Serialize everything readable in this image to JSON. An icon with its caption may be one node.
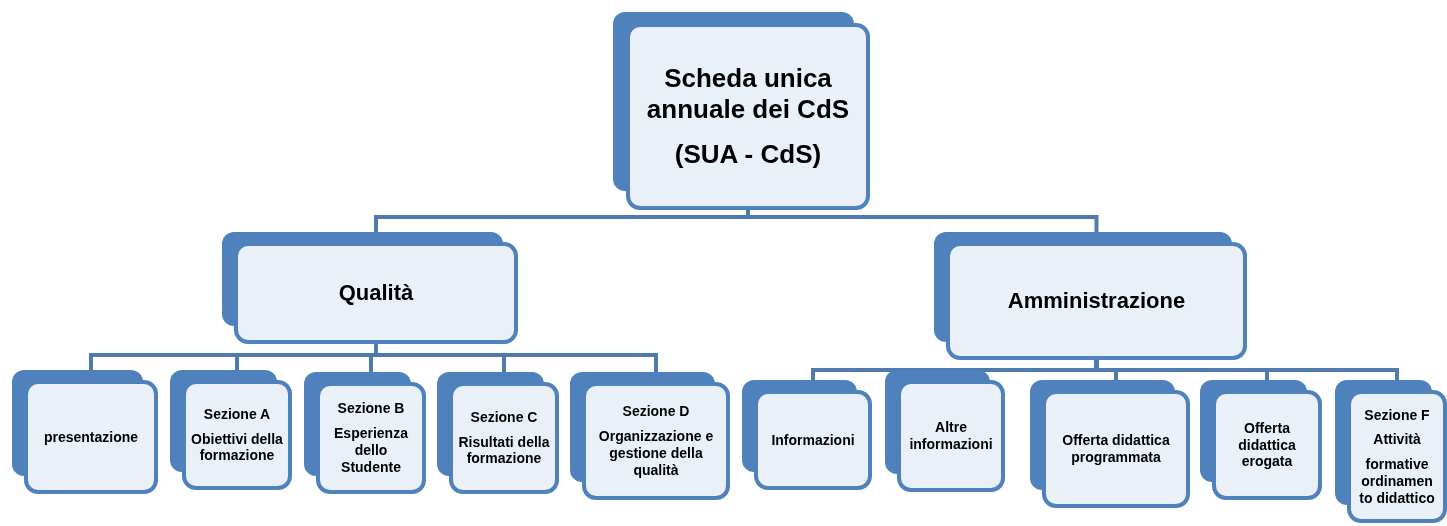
{
  "diagram": {
    "nodes": [
      {
        "text": [
          "Scheda unica annuale dei CdS",
          "(SUA - CdS)"
        ]
      },
      {
        "text": [
          "Qualità"
        ]
      },
      {
        "text": [
          "Amministrazione"
        ]
      },
      {
        "text": [
          "presentazione"
        ]
      },
      {
        "text": [
          "Sezione A",
          "Obiettivi della formazione"
        ]
      },
      {
        "text": [
          "Sezione B",
          "Esperienza dello Studente"
        ]
      },
      {
        "text": [
          "Sezione C",
          "Risultati della formazione"
        ]
      },
      {
        "text": [
          "Sezione D",
          "Organizzazione e gestione della qualità"
        ]
      },
      {
        "text": [
          "Informazioni"
        ]
      },
      {
        "text": [
          "Altre informazioni"
        ]
      },
      {
        "text": [
          "Offerta didattica programmata"
        ]
      },
      {
        "text": [
          "Offerta didattica erogata"
        ]
      },
      {
        "text": [
          "Sezione F",
          "Attività",
          "formative ordinamen to didattico"
        ]
      }
    ],
    "edges": [
      {
        "from": 0,
        "to": 1,
        "arrow": "none"
      },
      {
        "from": 0,
        "to": 2,
        "arrow": "none"
      },
      {
        "from": 1,
        "to": 3,
        "arrow": "none"
      },
      {
        "from": 1,
        "to": 4,
        "arrow": "none"
      },
      {
        "from": 1,
        "to": 5,
        "arrow": "none"
      },
      {
        "from": 1,
        "to": 6,
        "arrow": "none"
      },
      {
        "from": 1,
        "to": 7,
        "arrow": "none"
      },
      {
        "from": 2,
        "to": 8,
        "arrow": "none"
      },
      {
        "from": 2,
        "to": 9,
        "arrow": "none"
      },
      {
        "from": 2,
        "to": 10,
        "arrow": "none"
      },
      {
        "from": 2,
        "to": 11,
        "arrow": "none"
      },
      {
        "from": 2,
        "to": 12,
        "arrow": "none"
      }
    ]
  }
}
